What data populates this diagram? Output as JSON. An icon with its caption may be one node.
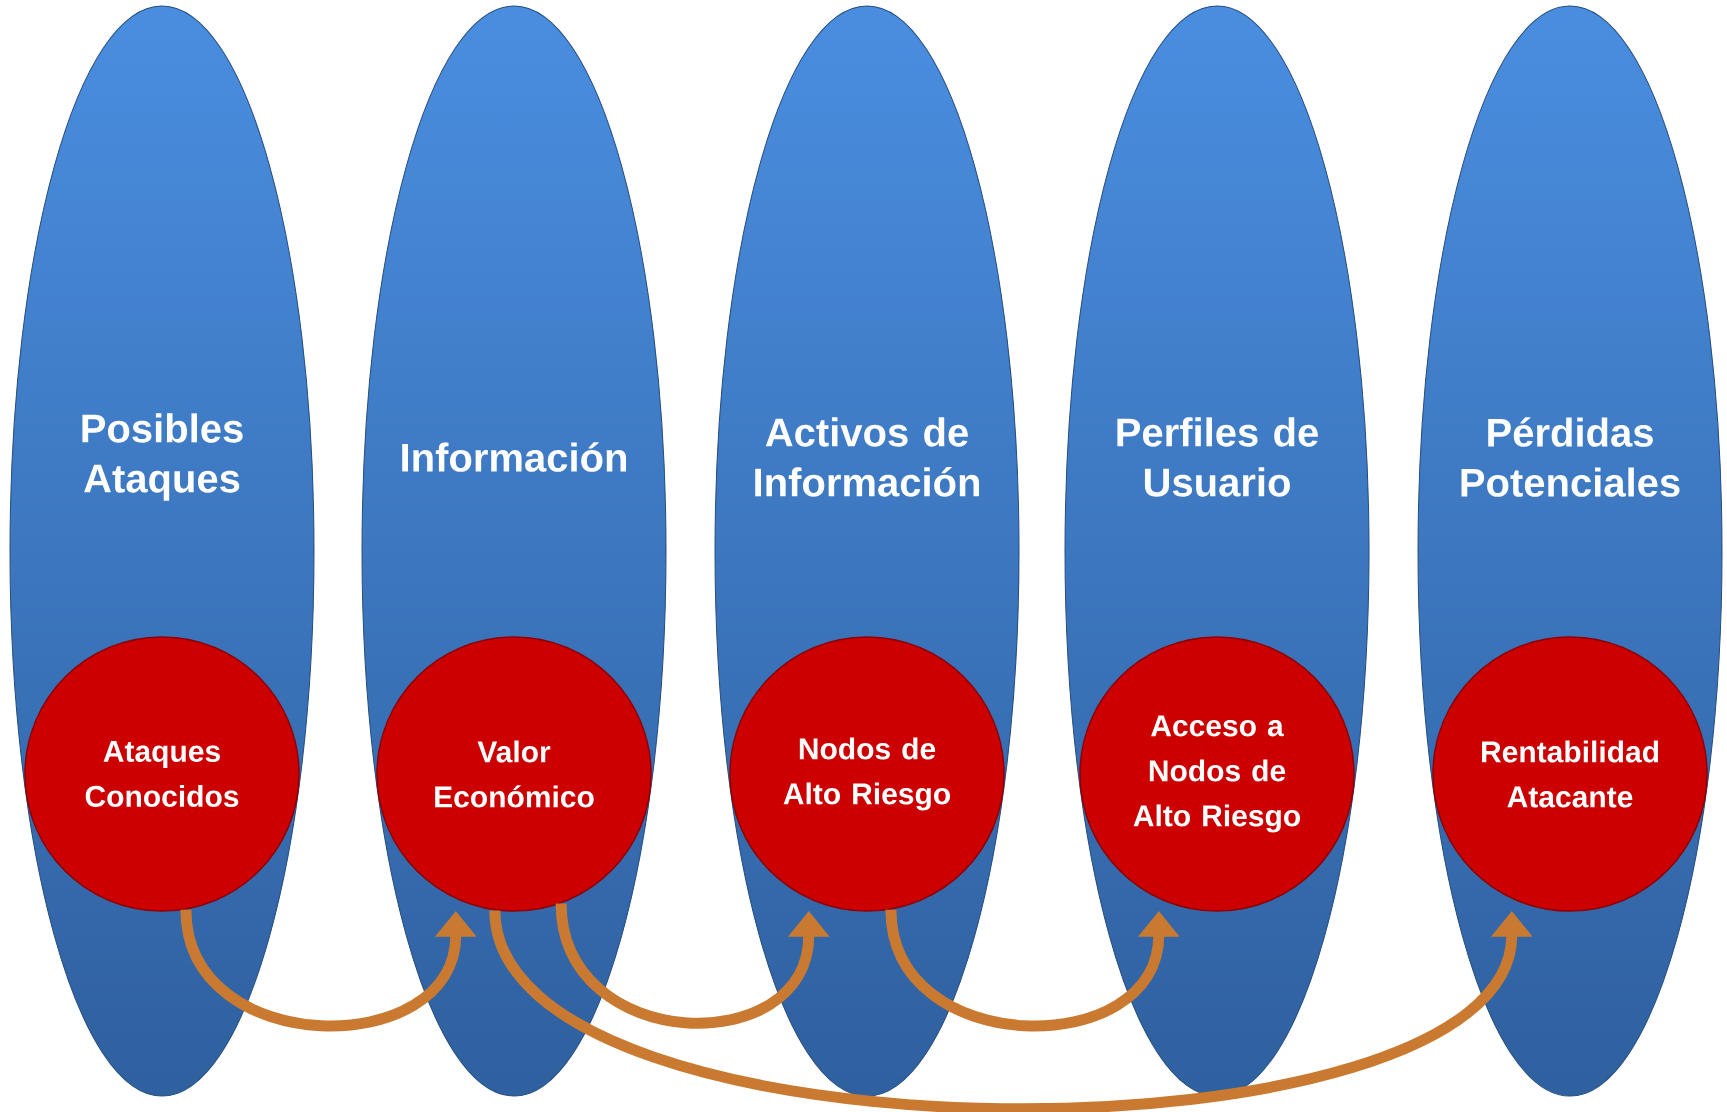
{
  "diagram": {
    "nodes": [
      {
        "text": [
          "Posibles Ataques"
        ]
      },
      {
        "text": [
          "Ataques Conocidos"
        ],
        "in": 0
      },
      {
        "text": [
          "Información"
        ]
      },
      {
        "text": [
          "Valor Económico"
        ],
        "in": 2
      },
      {
        "text": [
          "Activos de Información"
        ]
      },
      {
        "text": [
          "Nodos de Alto Riesgo"
        ],
        "in": 4
      },
      {
        "text": [
          "Perfiles de Usuario"
        ]
      },
      {
        "text": [
          "Acceso a Nodos de Alto Riesgo"
        ],
        "in": 6
      },
      {
        "text": [
          "Pérdidas Potenciales"
        ]
      },
      {
        "text": [
          "Rentabilidad Atacante"
        ],
        "in": 8
      }
    ],
    "edges": [
      {
        "from": 1,
        "to": 3,
        "arrow": "to"
      },
      {
        "from": 3,
        "to": 5,
        "arrow": "to"
      },
      {
        "from": 5,
        "to": 7,
        "arrow": "to"
      },
      {
        "from": 3,
        "to": 9,
        "arrow": "to"
      }
    ]
  }
}
